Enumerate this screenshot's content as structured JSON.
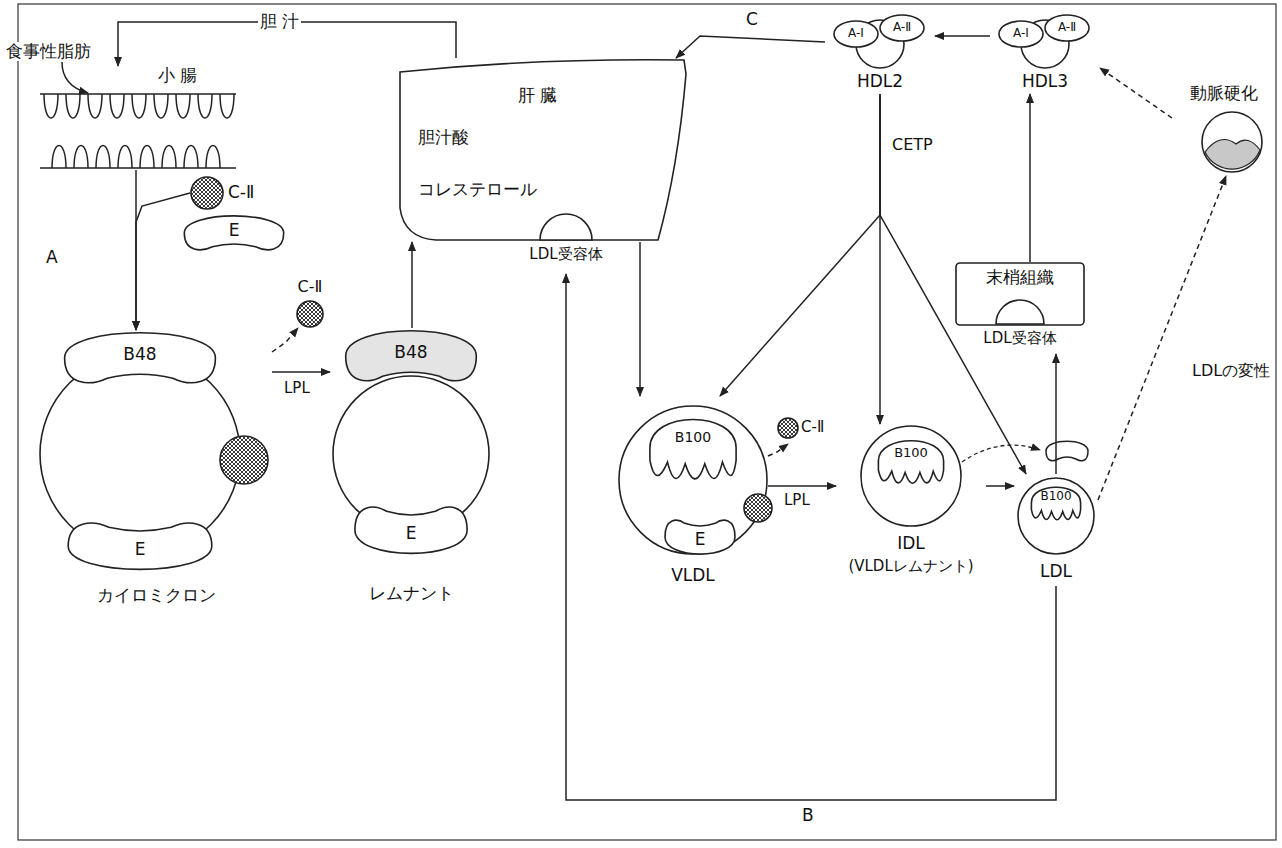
{
  "diagram": {
    "nodes": [
      {
        "text": [
          "小 腸"
        ]
      },
      {
        "text": [
          "C-Ⅱ"
        ]
      },
      {
        "text": [
          "E"
        ]
      },
      {
        "text": [
          "カイロミクロン"
        ]
      },
      {
        "text": [
          "B48"
        ],
        "in": 3
      },
      {
        "text": [
          "E"
        ],
        "in": 3
      },
      {
        "text": [
          "C-Ⅱ"
        ]
      },
      {
        "text": [
          "レムナント"
        ]
      },
      {
        "text": [
          "B48"
        ],
        "in": 7
      },
      {
        "text": [
          "E"
        ],
        "in": 7
      },
      {
        "text": [
          "肝 臓"
        ]
      },
      {
        "text": [
          "LDL受容体"
        ],
        "in": 10
      },
      {
        "text": [
          "HDL2"
        ]
      },
      {
        "text": [
          "A-Ⅰ"
        ],
        "in": 12
      },
      {
        "text": [
          "A-Ⅱ"
        ],
        "in": 12
      },
      {
        "text": [
          "HDL3"
        ]
      },
      {
        "text": [
          "A-Ⅰ"
        ],
        "in": 15
      },
      {
        "text": [
          "A-Ⅱ"
        ],
        "in": 15
      },
      {
        "text": [
          "末梢組織"
        ]
      },
      {
        "text": [
          "LDL受容体"
        ],
        "in": 18
      },
      {
        "text": [
          "動脈硬化"
        ]
      },
      {
        "text": [
          "VLDL"
        ]
      },
      {
        "text": [
          "B100"
        ],
        "in": 21
      },
      {
        "text": [
          "E"
        ],
        "in": 21
      },
      {
        "text": [
          "C-Ⅱ"
        ]
      },
      {
        "text": [
          "IDL",
          "(VLDLレムナント)"
        ]
      },
      {
        "text": [
          "B100"
        ],
        "in": 25
      },
      {
        "text": [
          "LDL"
        ]
      },
      {
        "text": [
          "B100"
        ],
        "in": 27
      }
    ],
    "edges": [
      {
        "from": 0,
        "to": 3,
        "arrow": "to",
        "label": "A"
      },
      {
        "from": 1,
        "to": 3,
        "arrow": "to"
      },
      {
        "from": 3,
        "to": 7,
        "arrow": "to",
        "label": "LPL"
      },
      {
        "from": 3,
        "to": 6,
        "arrow": "to"
      },
      {
        "from": 7,
        "to": 10,
        "arrow": "to"
      },
      {
        "from": 10,
        "to": 0,
        "arrow": "to",
        "label": "胆 汁"
      },
      {
        "from": 10,
        "to": 21,
        "arrow": "to"
      },
      {
        "from": 21,
        "to": 25,
        "arrow": "to",
        "label": "LPL"
      },
      {
        "from": 21,
        "to": 24,
        "arrow": "to"
      },
      {
        "from": 25,
        "to": 27,
        "arrow": "to"
      },
      {
        "from": 27,
        "to": 19,
        "arrow": "to"
      },
      {
        "from": 18,
        "to": 15,
        "arrow": "to"
      },
      {
        "from": 15,
        "to": 12,
        "arrow": "to"
      },
      {
        "from": 12,
        "to": 10,
        "arrow": "to",
        "label": "C"
      },
      {
        "from": 12,
        "to": 21,
        "arrow": "to"
      },
      {
        "from": 12,
        "to": 25,
        "arrow": "to",
        "label": "CETP"
      },
      {
        "from": 12,
        "to": 27,
        "arrow": "to"
      },
      {
        "from": 27,
        "to": 11,
        "arrow": "to",
        "label": "B"
      },
      {
        "from": 27,
        "to": 20,
        "arrow": "to",
        "label": "LDLの変性"
      },
      {
        "from": 20,
        "to": 15,
        "arrow": "to"
      }
    ],
    "labels": [
      "食事性脂肪",
      "胆汁酸",
      "コレステロール"
    ]
  }
}
